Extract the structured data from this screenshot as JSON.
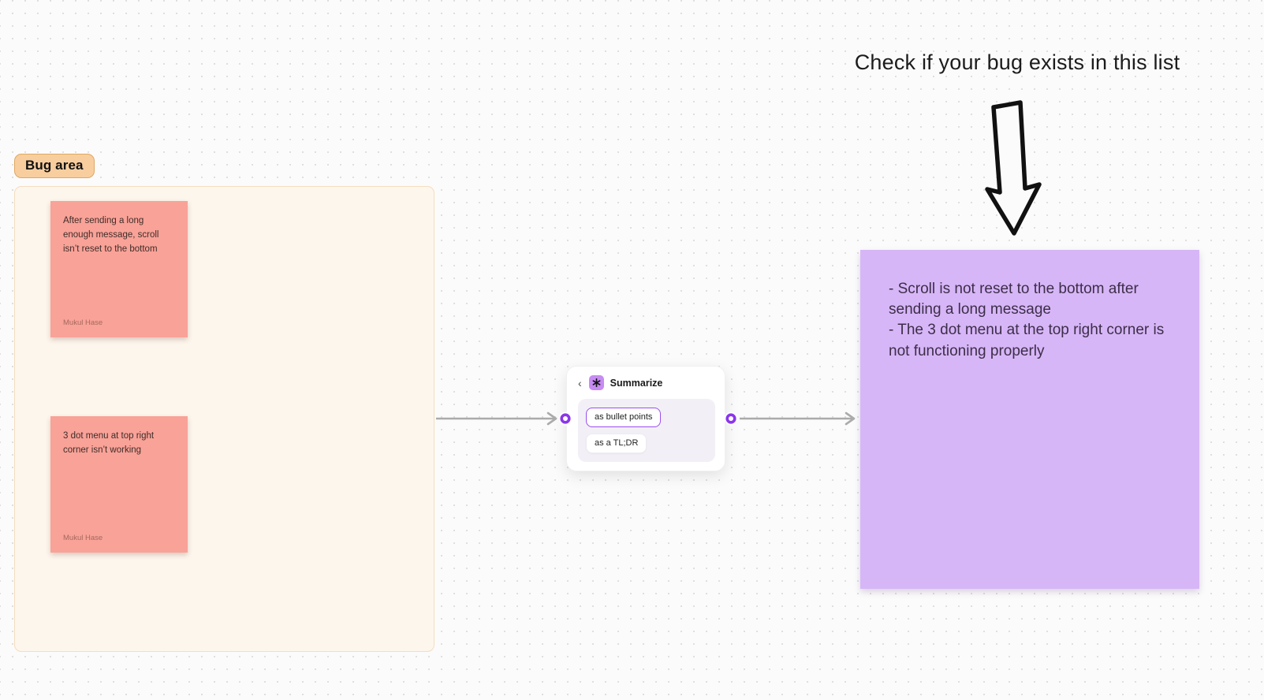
{
  "title_text": "Check if your bug exists in this list",
  "bug_area": {
    "label": "Bug area",
    "stickies": [
      {
        "text": "After sending a long enough message, scroll isn’t reset to the bottom",
        "author": "Mukul Hase"
      },
      {
        "text": "3 dot menu at top right corner isn’t working",
        "author": "Mukul Hase"
      }
    ]
  },
  "summarize_widget": {
    "back_icon": "‹",
    "icon_name": "sparkle-asterisk-icon",
    "title": "Summarize",
    "options": [
      {
        "label": "as bullet points",
        "selected": true
      },
      {
        "label": "as a TL;DR",
        "selected": false
      }
    ]
  },
  "summary_note": {
    "line1": "- Scroll is not reset to the bottom after sending a long message",
    "line2": "- The 3 dot menu at the top right corner is not functioning properly"
  },
  "colors": {
    "canvas_bg": "#FBFBFB",
    "dot_grid": "#DFDFDF",
    "frame_fill": "#FDF6EC",
    "frame_border": "#F5DDBE",
    "label_fill": "#F8CE9F",
    "label_border": "#DFA863",
    "sticky_pink": "#F9A298",
    "note_purple": "#D7B6F7",
    "accent_purple": "#9C4DF0",
    "connector_purple": "#8B36E9",
    "widget_icon_purple": "#C78BF3",
    "arrow_gray": "#ABABAB",
    "ink": "#111111"
  }
}
